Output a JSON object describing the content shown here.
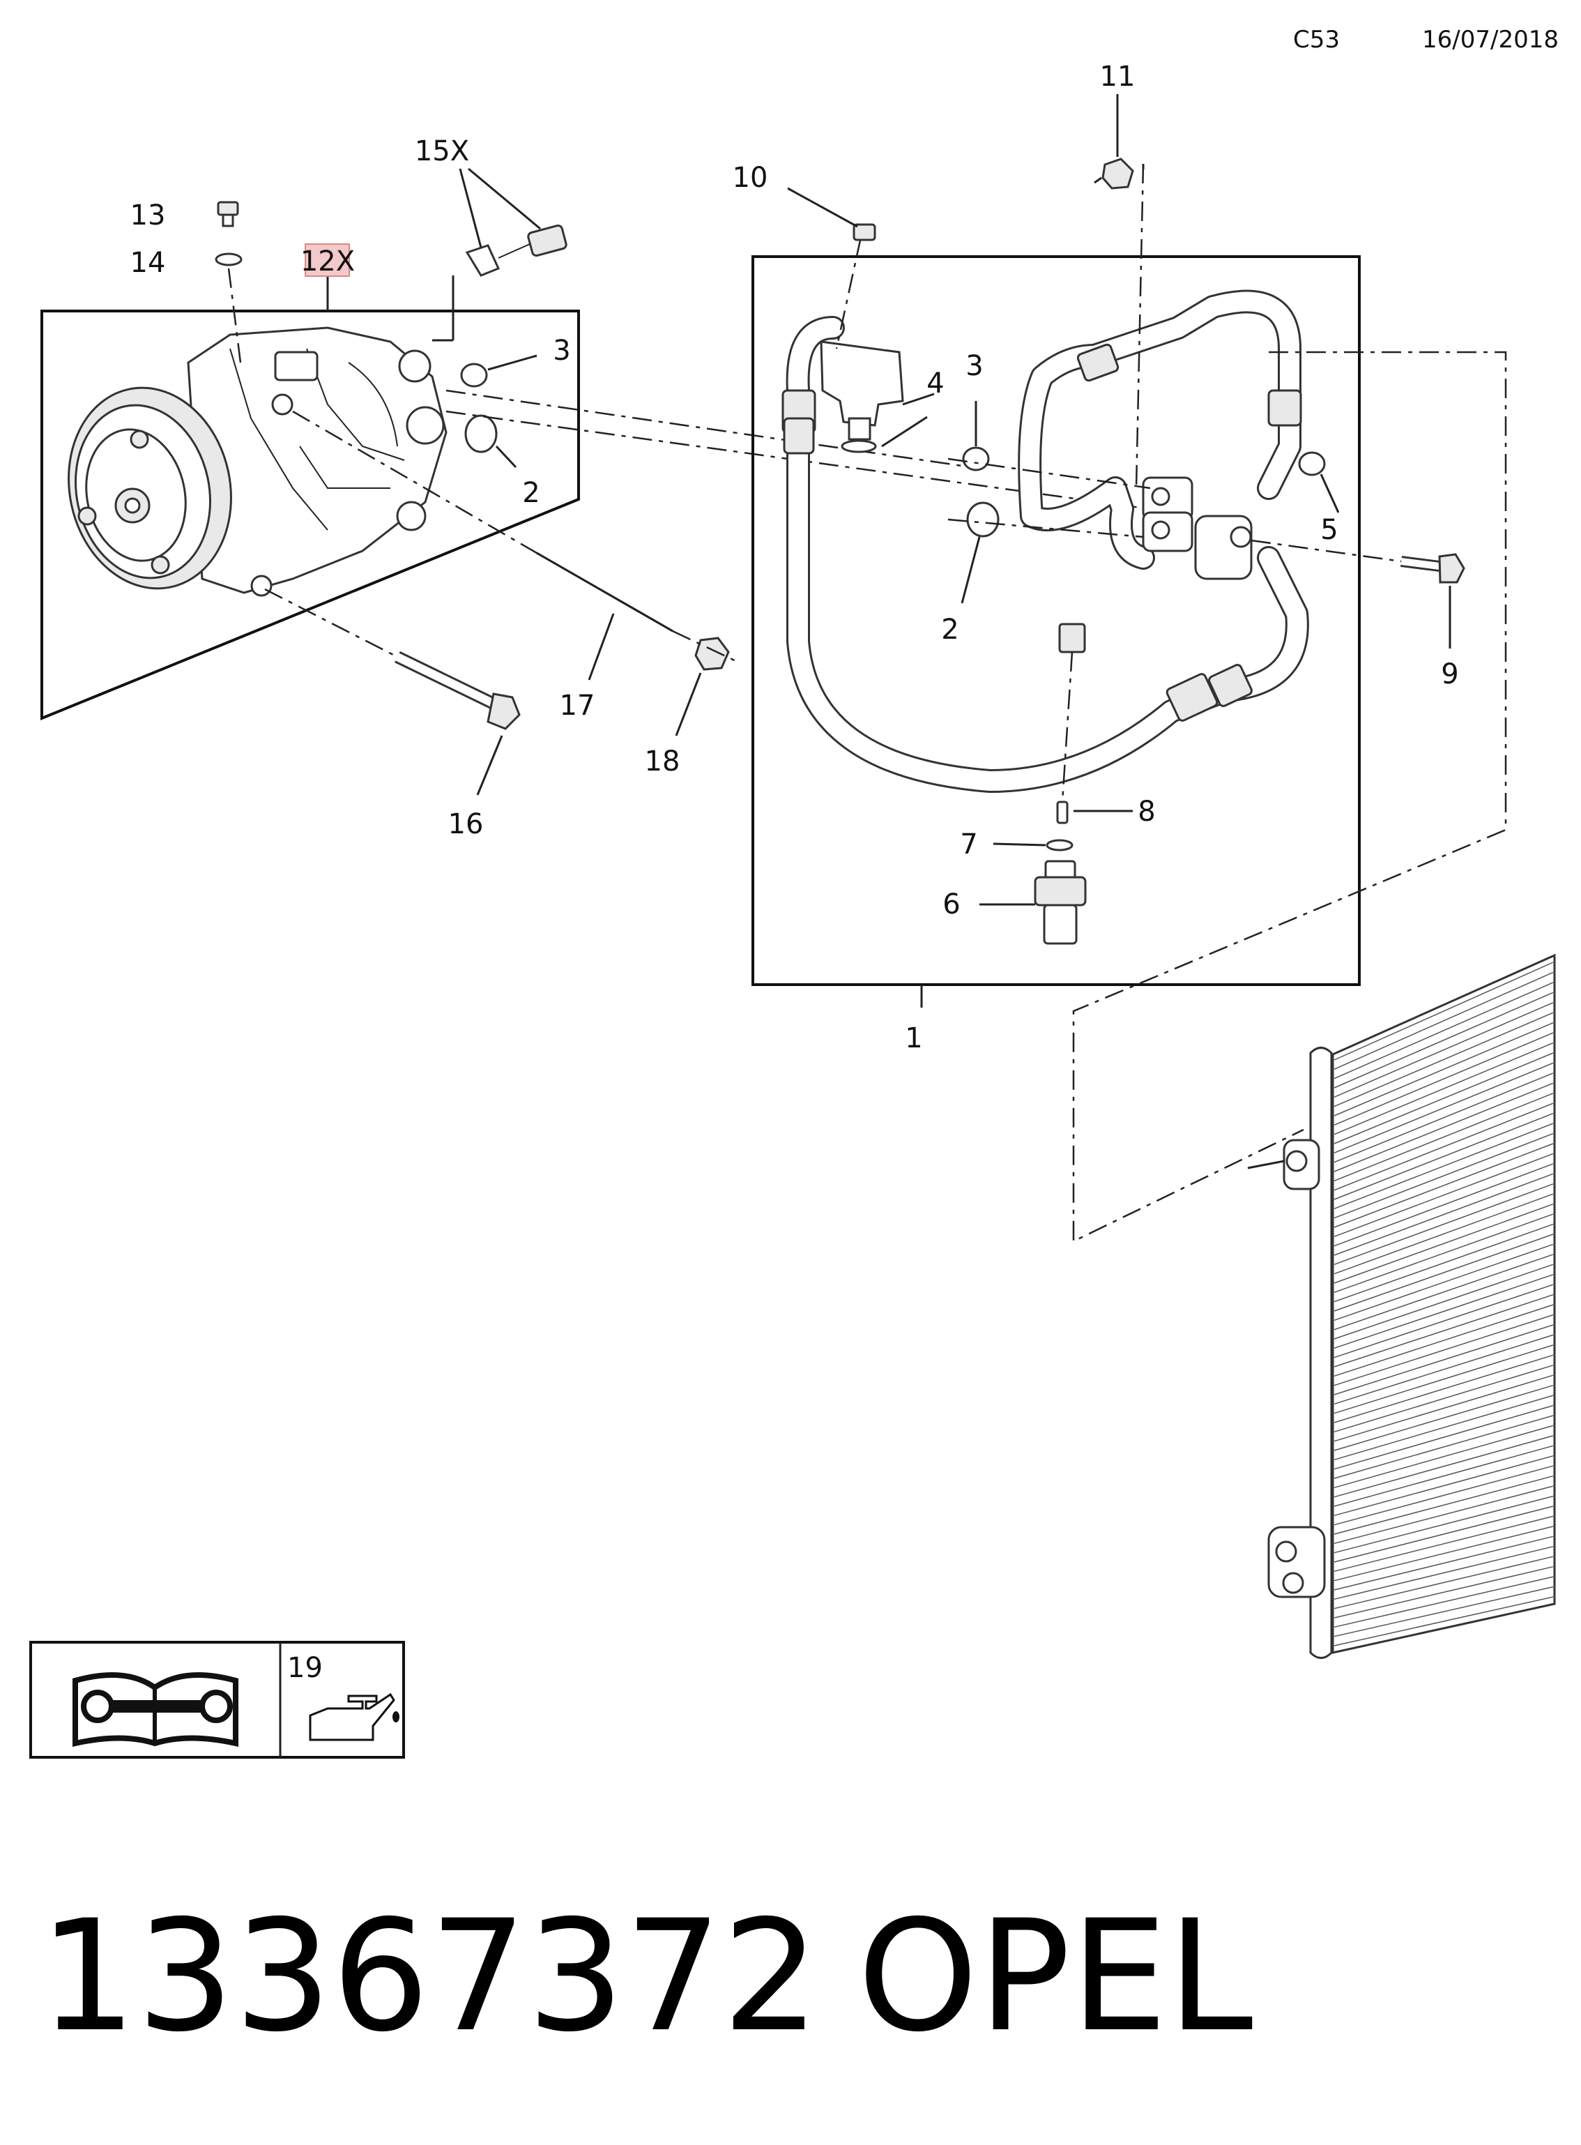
{
  "header": {
    "code": "C53",
    "date": "16/07/2018"
  },
  "callouts": {
    "c1": "1",
    "c2a": "2",
    "c2b": "2",
    "c3a": "3",
    "c3b": "3",
    "c4": "4",
    "c5": "5",
    "c6": "6",
    "c7": "7",
    "c8": "8",
    "c9": "9",
    "c10": "10",
    "c11": "11",
    "c12x": "12X",
    "c13": "13",
    "c14": "14",
    "c15x": "15X",
    "c16": "16",
    "c17": "17",
    "c18": "18",
    "c19": "19"
  },
  "footer": {
    "part_number": "13367372",
    "brand": "OPEL"
  },
  "icons": [
    "service-manual-icon",
    "oil-can-icon"
  ],
  "colors": {
    "highlight": "#f4c9c9",
    "highlight_border": "#d98a8a"
  }
}
